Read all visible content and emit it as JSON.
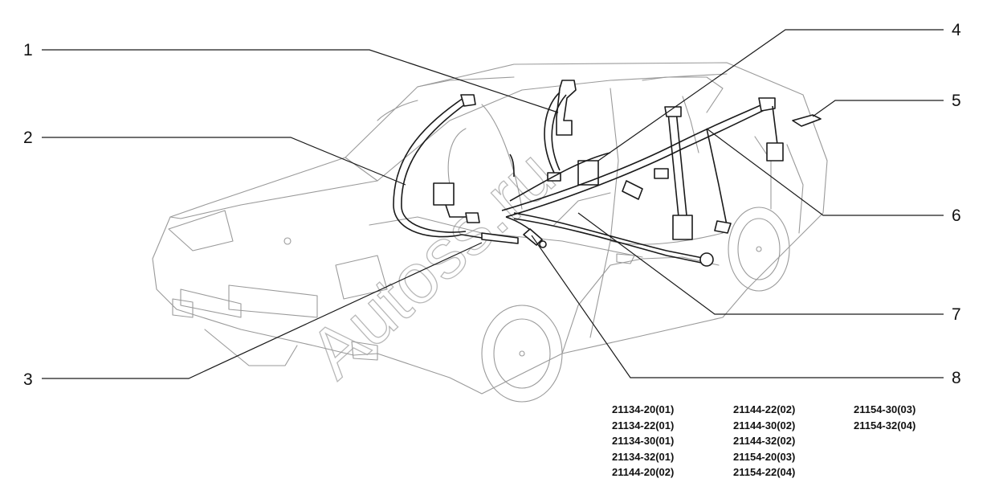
{
  "diagram": {
    "watermark": "Autoss.ru",
    "callouts": [
      {
        "id": "1",
        "label": "1"
      },
      {
        "id": "2",
        "label": "2"
      },
      {
        "id": "3",
        "label": "3"
      },
      {
        "id": "4",
        "label": "4"
      },
      {
        "id": "5",
        "label": "5"
      },
      {
        "id": "6",
        "label": "6"
      },
      {
        "id": "7",
        "label": "7"
      },
      {
        "id": "8",
        "label": "8"
      }
    ],
    "model_codes": [
      [
        "21134-20(01)",
        "21134-22(01)",
        "21134-30(01)",
        "21134-32(01)",
        "21144-20(02)"
      ],
      [
        "21144-22(02)",
        "21144-30(02)",
        "21144-32(02)",
        "21154-20(03)",
        "21154-22(04)"
      ],
      [
        "21154-30(03)",
        "21154-32(04)"
      ]
    ]
  }
}
